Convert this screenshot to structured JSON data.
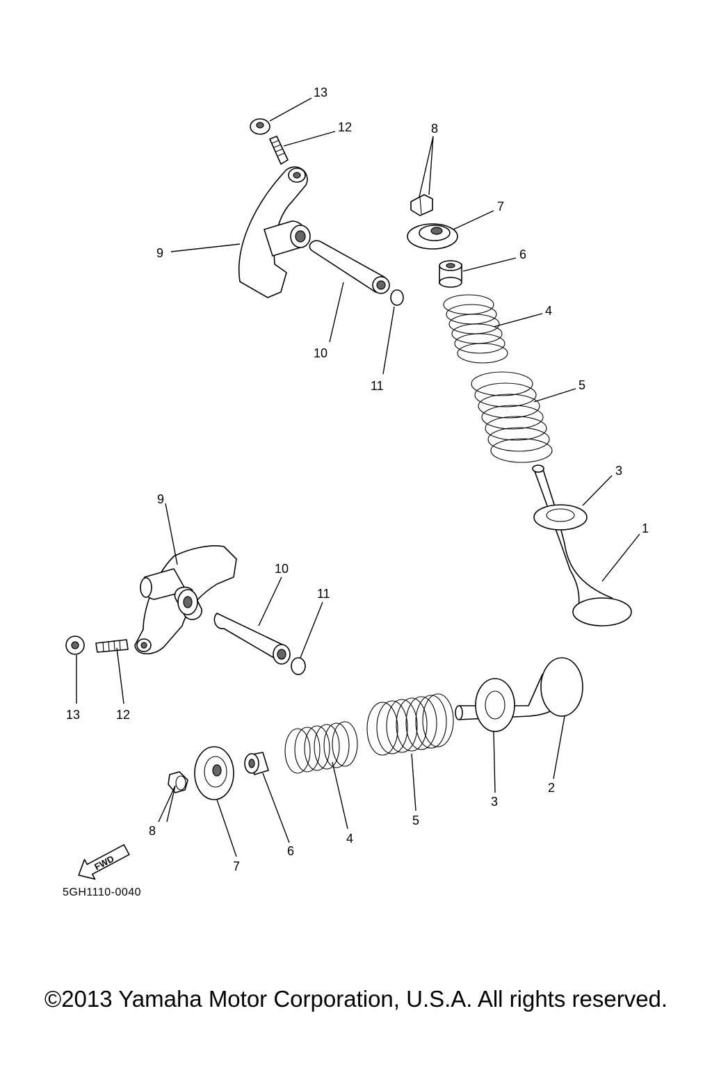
{
  "callouts": {
    "upper": {
      "c13": "13",
      "c12": "12",
      "c8": "8",
      "c7": "7",
      "c6": "6",
      "c9": "9",
      "c4": "4",
      "c10": "10",
      "c11": "11",
      "c5": "5",
      "c3": "3",
      "c1": "1"
    },
    "lower": {
      "c9": "9",
      "c10": "10",
      "c11": "11",
      "c13": "13",
      "c12": "12",
      "c2": "2",
      "c3": "3",
      "c5": "5",
      "c4": "4",
      "c8": "8",
      "c6": "6",
      "c7": "7"
    }
  },
  "fwd_label": "FWD",
  "diagram_code": "5GH1110-0040",
  "copyright": "©2013 Yamaha Motor Corporation, U.S.A. All rights reserved."
}
